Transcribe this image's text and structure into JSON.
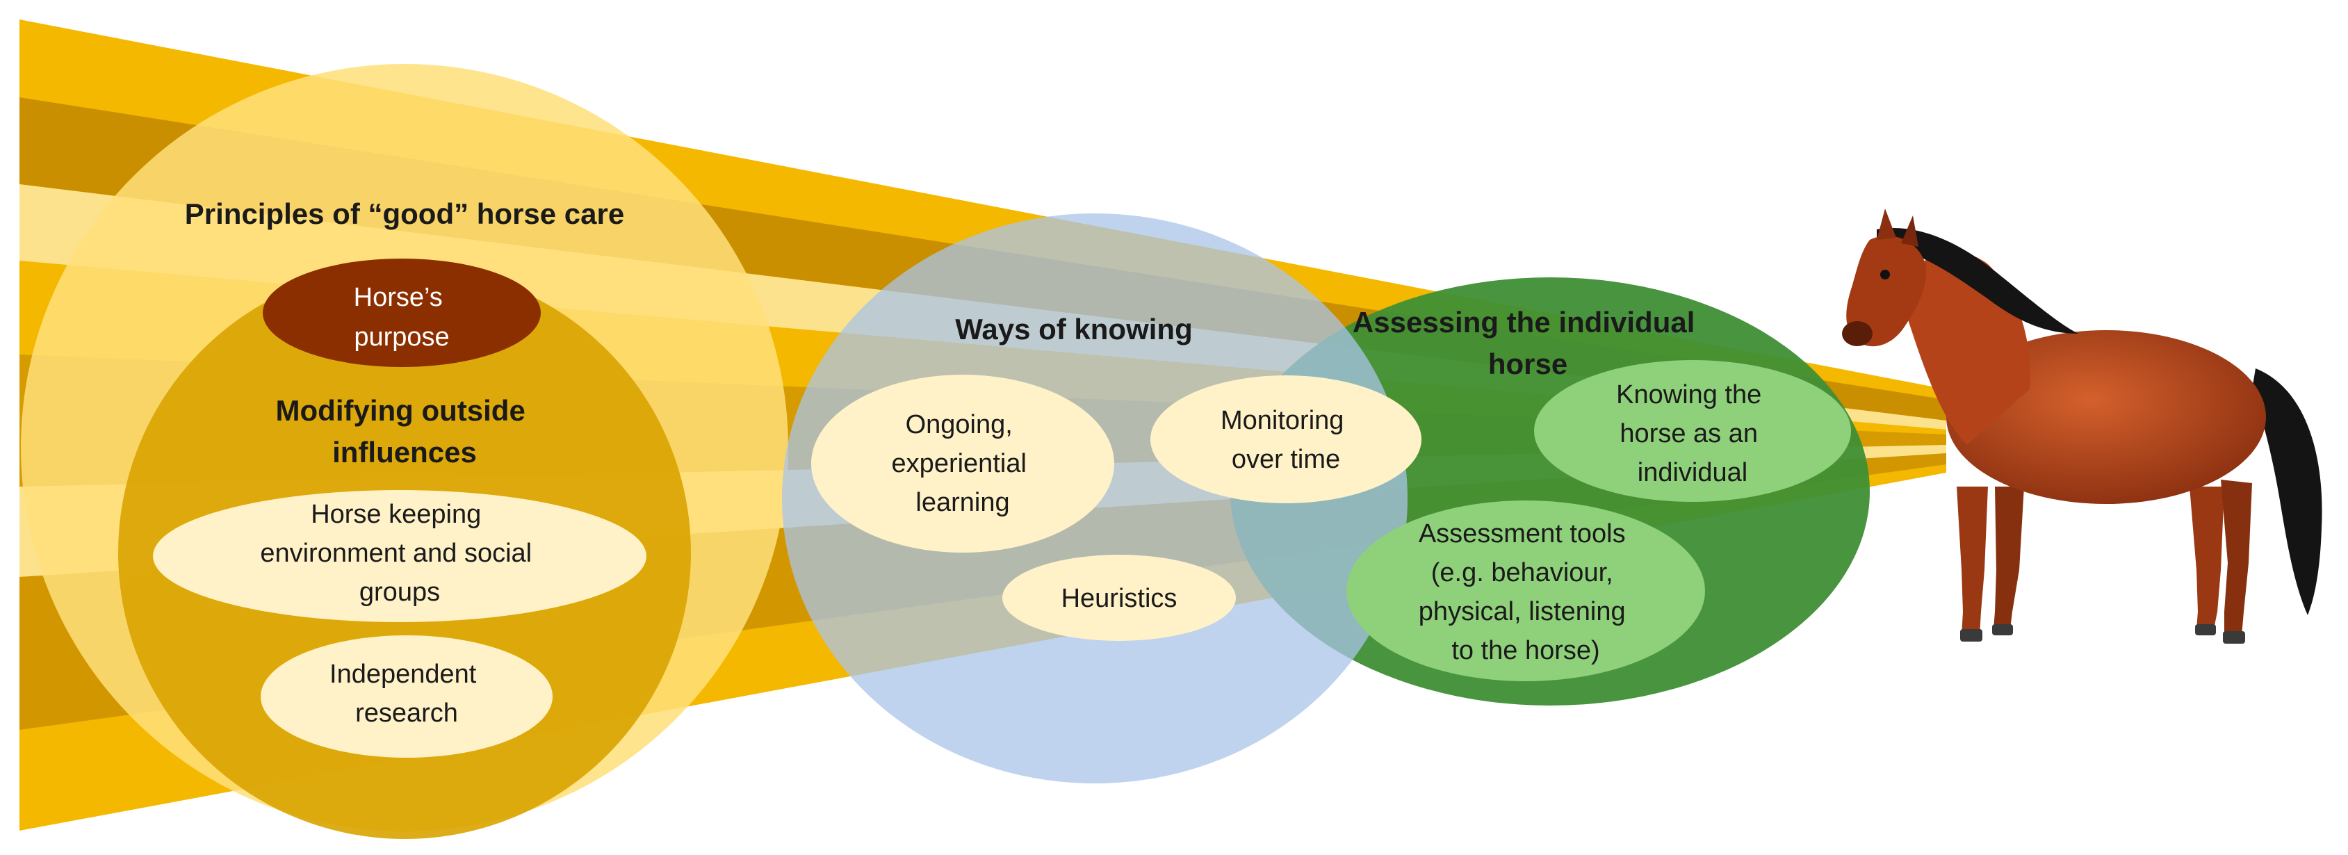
{
  "colors": {
    "beam_gold": "#f5b800",
    "beam_dark": "#c98f00",
    "beam_light": "#fde9a6",
    "principles_circle": "#ffdf7a",
    "modifying_circle": "#d9a300",
    "purpose_oval": "#8b2f00",
    "pale_oval": "#fff2c8",
    "ways_circle": "#a9c4e8",
    "assess_circle": "#3f8f35",
    "assess_oval": "#8fd07a",
    "horse_body": "#b5431a",
    "horse_mane": "#1a1a1a"
  },
  "principles": {
    "title": "Principles of “good” horse care",
    "purpose": [
      "Horse’s",
      "purpose"
    ],
    "modifying_title": [
      "Modifying outside",
      "influences"
    ],
    "keeping": [
      "Horse keeping",
      "environment and social",
      "groups"
    ],
    "research": [
      "Independent",
      "research"
    ]
  },
  "ways": {
    "title": "Ways of knowing",
    "ongoing": [
      "Ongoing,",
      "experiential",
      "learning"
    ],
    "monitoring": [
      "Monitoring",
      "over time"
    ],
    "heuristics": "Heuristics"
  },
  "assessing": {
    "title": [
      "Assessing the individual",
      "horse"
    ],
    "knowing": [
      "Knowing the",
      "horse as an",
      "individual"
    ],
    "tools": [
      "Assessment tools",
      "(e.g. behaviour,",
      "physical, listening",
      "to the horse)"
    ]
  },
  "icons": {
    "horse": "horse-illustration"
  }
}
